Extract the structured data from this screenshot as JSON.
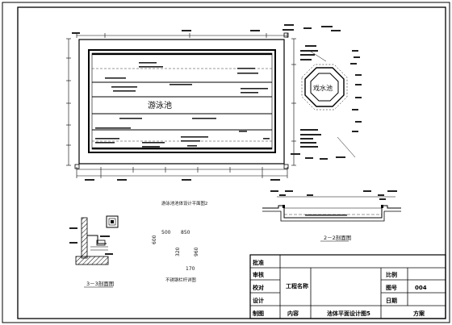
{
  "drawing": {
    "pool_label": "游泳池",
    "plan_title": "游泳池池体设计平面图2",
    "wading_label": "戏水池",
    "section_22_label": "2－2剖面图",
    "section_33_label": "3－3剖面图",
    "detail_label": "不锈钢栏杆详图",
    "dims": {
      "d500": "500",
      "d850": "850",
      "d600": "600",
      "d320": "320",
      "d960": "960",
      "d170": "170"
    }
  },
  "title_block": {
    "approve": "批准",
    "review": "审核",
    "check": "校对",
    "design": "设计",
    "draw": "制图",
    "project_name": "工程名称",
    "content": "内容",
    "drawing_title": "池体平面设计图5",
    "scale": "比例",
    "number_label": "图号",
    "number_value": "004",
    "date": "日期",
    "scheme": "方案"
  }
}
